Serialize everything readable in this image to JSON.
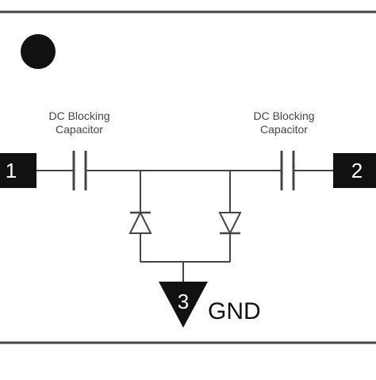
{
  "diagram": {
    "left_capacitor": {
      "label_line1": "DC Blocking",
      "label_line2": "Capacitor"
    },
    "right_capacitor": {
      "label_line1": "DC Blocking",
      "label_line2": "Capacitor"
    },
    "pins": {
      "pin1": "1",
      "pin2": "2",
      "pin3": "3"
    },
    "ground_label": "GND",
    "colors": {
      "line": "#444444",
      "fill": "#111111",
      "background": "#ffffff"
    }
  }
}
